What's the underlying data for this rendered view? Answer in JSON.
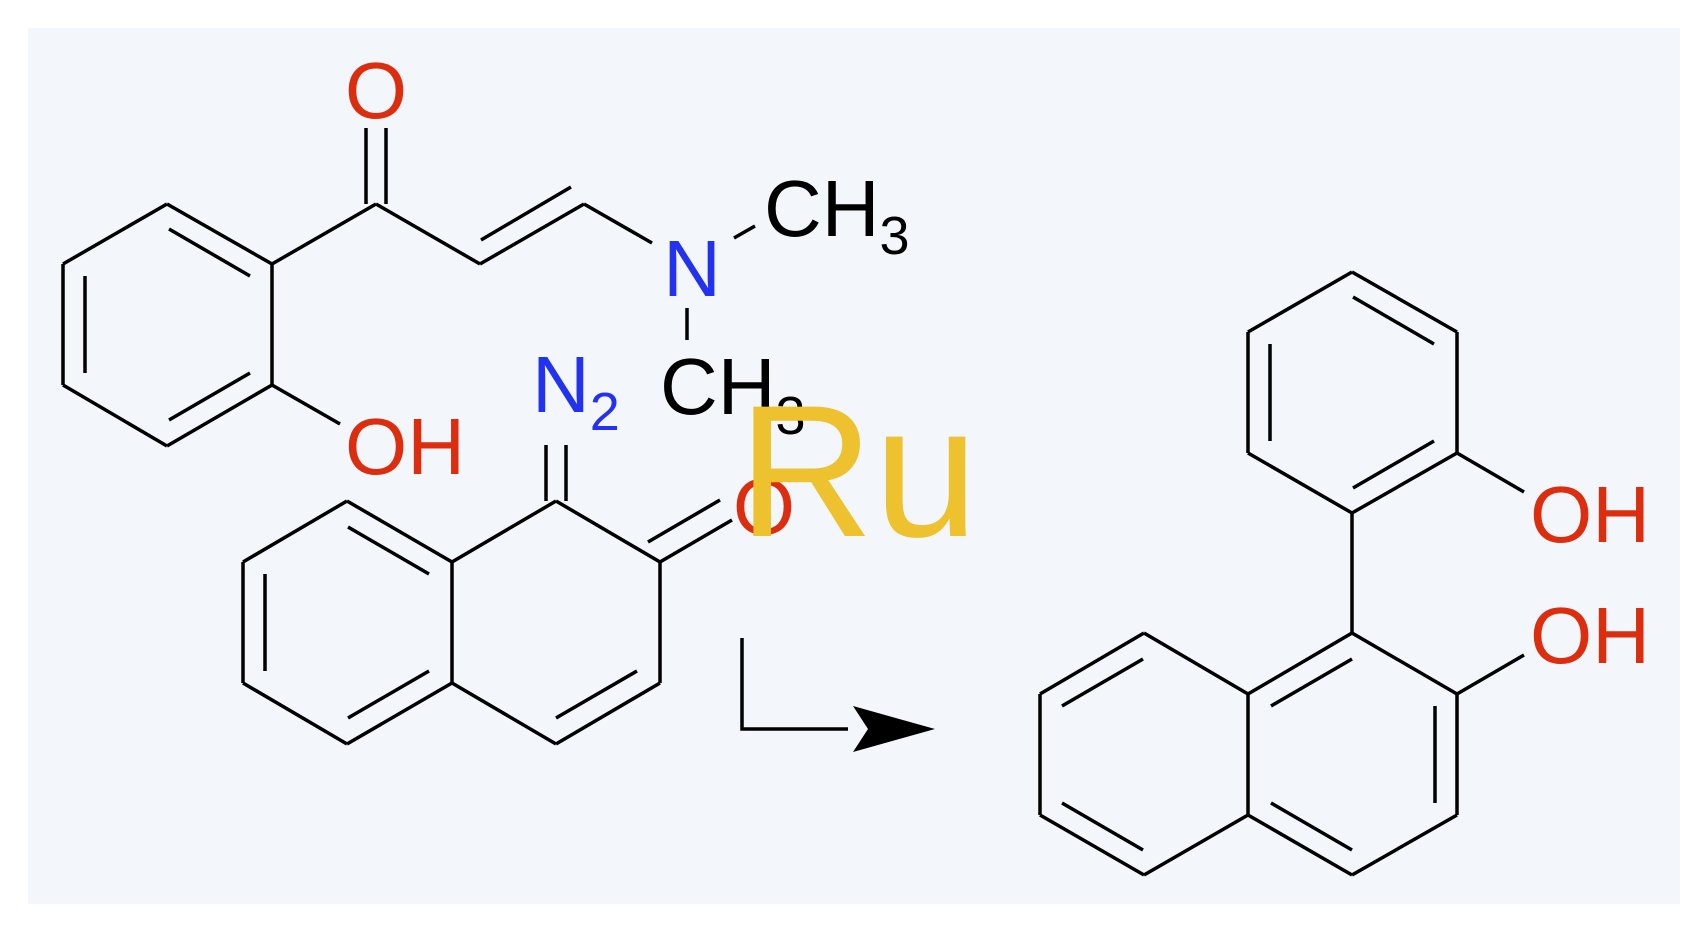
{
  "colors": {
    "background": "#f3f7fb",
    "bond": "#000000",
    "oxygen": "#dc2d0e",
    "nitrogen": "#2232f0",
    "carbon": "#000000",
    "catalyst": "#eec12e"
  },
  "reactant1": {
    "carbonyl_o": "O",
    "amine_n": "N",
    "methyl_top": {
      "main": "CH",
      "sub": "3"
    },
    "methyl_bottom": {
      "main": "CH",
      "sub": "3"
    },
    "hydroxyl": "OH"
  },
  "reactant2": {
    "diazo": {
      "main": "N",
      "sub": "2"
    },
    "carbonyl_o": "O"
  },
  "catalyst": {
    "label": "Ru"
  },
  "arrow": {
    "icon": "reaction-arrow-icon"
  },
  "product": {
    "hydroxyl_top": "OH",
    "hydroxyl_bottom": "OH"
  }
}
